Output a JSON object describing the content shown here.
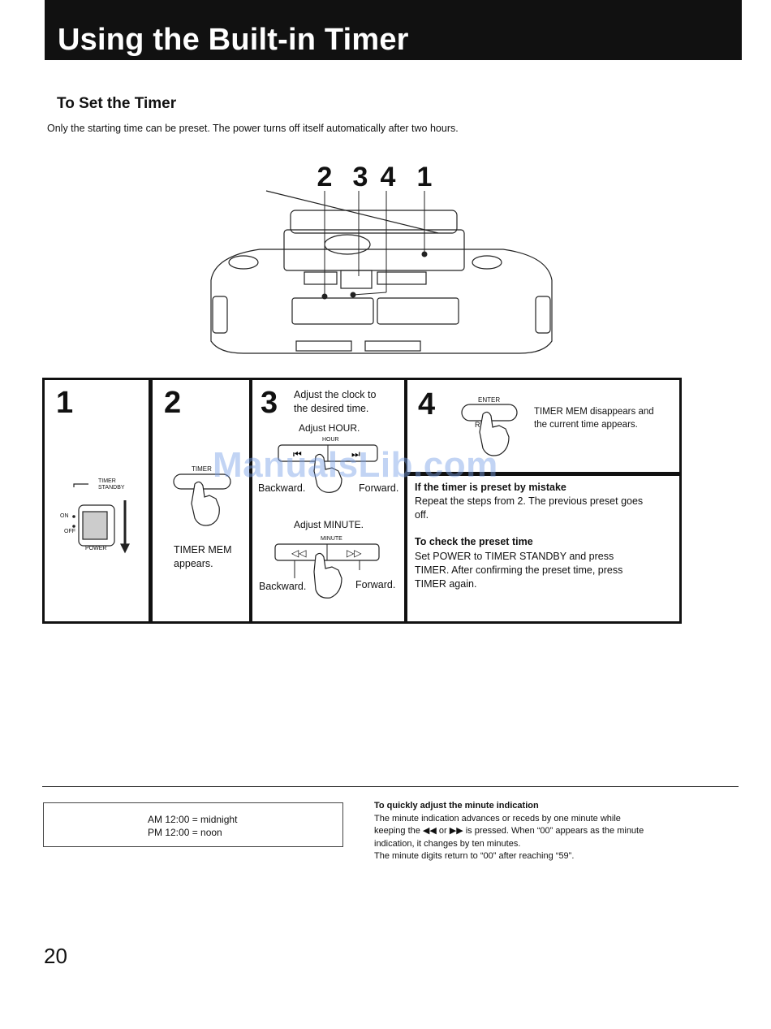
{
  "header": {
    "title": "Using the Built-in Timer"
  },
  "section": {
    "title": "To Set the Timer"
  },
  "intro": "Only the starting time can be preset.  The power turns off itself automatically after two hours.",
  "diagram": {
    "callouts": [
      "2",
      "3",
      "4",
      "1"
    ]
  },
  "steps": {
    "s1": {
      "num": "1",
      "switch_timer": "TIMER",
      "switch_standby": "STANDBY",
      "switch_on": "ON",
      "switch_off": "OFF",
      "switch_power": "POWER"
    },
    "s2": {
      "num": "2",
      "button_label": "TIMER",
      "caption_line1": "TIMER MEM",
      "caption_line2": "appears."
    },
    "s3": {
      "num": "3",
      "heading_line1": "Adjust the clock to",
      "heading_line2": "the desired time.",
      "hour_label": "Adjust HOUR.",
      "hour_scale": "HOUR",
      "minute_label": "Adjust MINUTE.",
      "minute_scale": "MINUTE",
      "backward": "Backward.",
      "forward": "Forward."
    },
    "s4": {
      "num": "4",
      "button_label": "ENTER",
      "button_sub": "RE",
      "caption_line1": "TIMER MEM disappears and",
      "caption_line2": "the current time appears."
    },
    "notes": {
      "mistake_title": "If the timer is preset by mistake",
      "mistake_line1": "Repeat the steps from 2. The previous preset goes",
      "mistake_line2": "off.",
      "check_title": "To check the preset time",
      "check_line1": "Set POWER to TIMER STANDBY and press",
      "check_line2": "TIMER. After confirming the preset time, press",
      "check_line3": "TIMER again."
    }
  },
  "watermark": "ManualsLib.com",
  "time_note": {
    "line1": "AM 12:00 = midnight",
    "line2": "PM 12:00 = noon"
  },
  "tip": {
    "title": "To quickly adjust the minute indication",
    "line1": "The minute indication advances or receds by one minute while",
    "line2": "keeping the ◀◀ or ▶▶ is pressed. When “00” appears as the minute",
    "line3": "indication, it changes by ten minutes.",
    "line4": "The minute digits return to “00” after reaching “59”."
  },
  "page_number": "20",
  "colors": {
    "bar": "#111111",
    "text": "#111111",
    "watermark": "#78a0e6"
  }
}
